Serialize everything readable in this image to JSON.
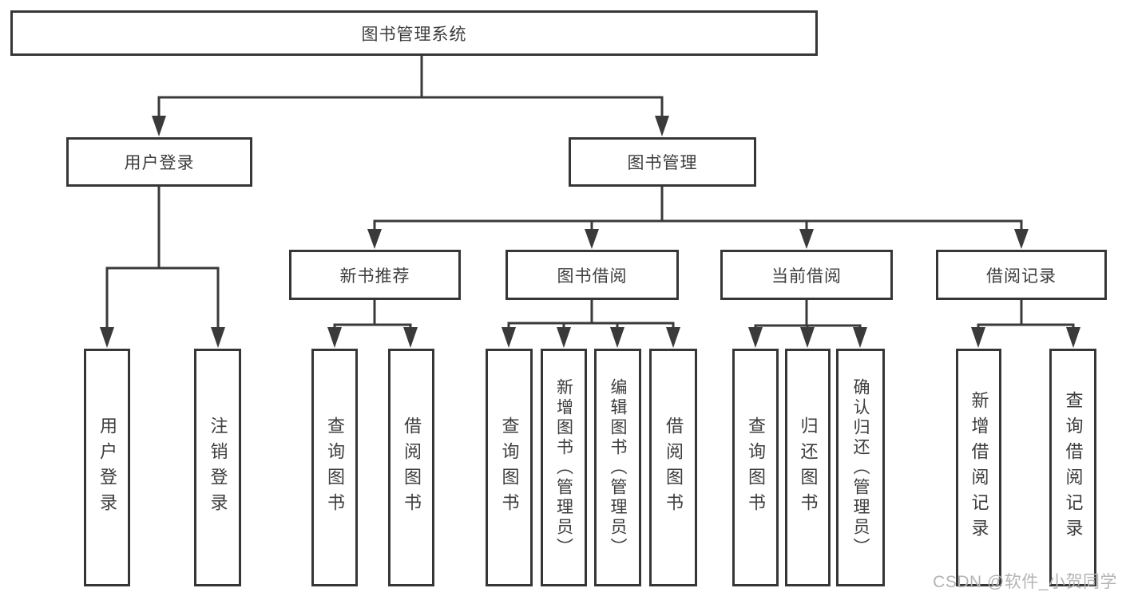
{
  "diagram": {
    "root": "图书管理系统",
    "branches": [
      {
        "label": "用户登录",
        "children": [
          "用户登录",
          "注销登录"
        ]
      },
      {
        "label": "图书管理",
        "groups": [
          {
            "label": "新书推荐",
            "children": [
              "查询图书",
              "借阅图书"
            ]
          },
          {
            "label": "图书借阅",
            "children": [
              "查询图书",
              "新增图书（管理员）",
              "编辑图书（管理员）",
              "借阅图书"
            ]
          },
          {
            "label": "当前借阅",
            "children": [
              "查询图书",
              "归还图书",
              "确认归还（管理员）"
            ]
          },
          {
            "label": "借阅记录",
            "children": [
              "新增借阅记录",
              "查询借阅记录"
            ]
          }
        ]
      }
    ]
  },
  "watermark": "CSDN @软件_小贺同学",
  "colors": {
    "line": "#3a3a3a",
    "box_border": "#363636",
    "text": "#3d3d3d",
    "background": "#ffffff",
    "watermark": "#b4b4b4"
  }
}
